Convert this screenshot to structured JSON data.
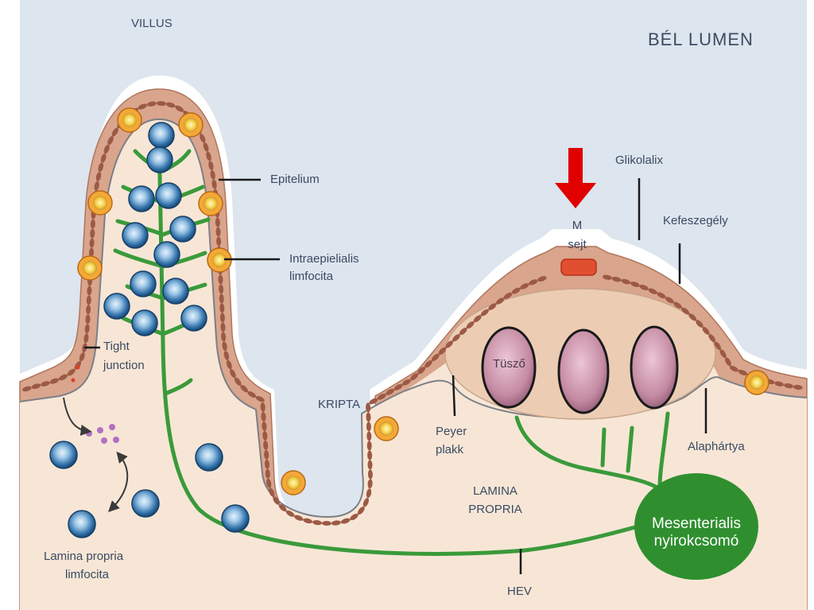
{
  "labels": {
    "villus": "VILLUS",
    "bel_lumen": "BÉL  LUMEN",
    "epitelium": "Epitelium",
    "intraepithelial_1": "Intraepielialis",
    "intraepithelial_2": "limfocita",
    "tight_1": "Tight",
    "tight_2": "junction",
    "kripta": "KRIPTA",
    "m_sejt_1": "M",
    "m_sejt_2": "sejt",
    "glikolalix": "Glikolalix",
    "kefeszegely": "Kefeszegély",
    "tuszo": "Tüsző",
    "peyer_1": "Peyer",
    "peyer_2": "plakk",
    "alaphartya": "Alaphártya",
    "lamina_1": "LAMINA",
    "lamina_2": "PROPRIA",
    "lp_lymph_1": "Lamina  propria",
    "lp_lymph_2": "limfocita",
    "node_1": "Mesenterialis",
    "node_2": "nyirokcsomó",
    "hev": "HEV"
  },
  "colors": {
    "lumen": "#dde5ee",
    "lamina": "#f7e6d6",
    "epithelium": "#d9a58d",
    "epithelium_edge": "#b0745c",
    "nucleus": "#9c5a45",
    "lymph_vessel": "#3a9a3a",
    "node": "#2f8f2f",
    "lymphocyte": "#2e6fa8",
    "iel": "#f2c23a",
    "m_cell": "#e05030",
    "follicle": "#c98fa8",
    "arrow": "#e00000"
  },
  "icons": {
    "m_cell_pointer": "red-down-arrow-icon",
    "antigen_flow": "curved-arrow-icon"
  }
}
